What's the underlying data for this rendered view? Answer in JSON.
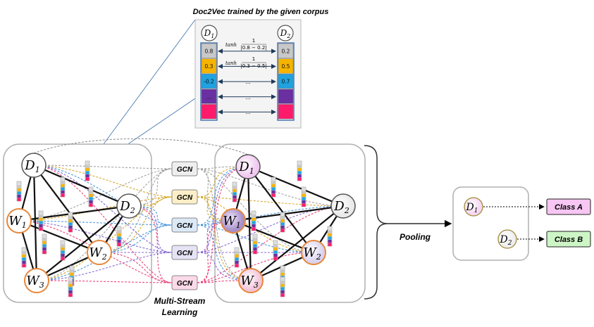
{
  "zoom": {
    "title": "Doc2Vec trained by the given corpus",
    "left_doc": "D",
    "left_doc_sub": "1",
    "right_doc": "D",
    "right_doc_sub": "2",
    "left_values": [
      "0.8",
      "0.3",
      "-0.2",
      "...",
      ""
    ],
    "right_values": [
      "0.2",
      "0.5",
      "0.7",
      "",
      ""
    ],
    "cell_colors": [
      "#c8c8c8",
      "#f5b400",
      "#1fa2e0",
      "#6a2fa0",
      "#ff1a6b"
    ],
    "formula1": {
      "fn": "tanh",
      "num": "1",
      "den": "|0.8 − 0.2|"
    },
    "formula2": {
      "fn": "tanh",
      "num": "1",
      "den": "|0.3 − 0.5|"
    },
    "ellipsis": [
      "...",
      "...",
      "..."
    ]
  },
  "left_graph": {
    "nodes": [
      {
        "id": "D1",
        "label": "D",
        "sub": "1"
      },
      {
        "id": "D2",
        "label": "D",
        "sub": "2"
      },
      {
        "id": "W1",
        "label": "W",
        "sub": "1"
      },
      {
        "id": "W2",
        "label": "W",
        "sub": "2"
      },
      {
        "id": "W3",
        "label": "W",
        "sub": "3"
      }
    ]
  },
  "right_graph": {
    "nodes": [
      {
        "id": "D1",
        "label": "D",
        "sub": "1"
      },
      {
        "id": "D2",
        "label": "D",
        "sub": "2"
      },
      {
        "id": "W1",
        "label": "W",
        "sub": "1"
      },
      {
        "id": "W2",
        "label": "W",
        "sub": "2"
      },
      {
        "id": "W3",
        "label": "W",
        "sub": "3"
      }
    ]
  },
  "gcn_blocks": [
    {
      "label": "GCN",
      "fill": "#eeeeee"
    },
    {
      "label": "GCN",
      "fill": "#fcefc8"
    },
    {
      "label": "GCN",
      "fill": "#dbe9f7"
    },
    {
      "label": "GCN",
      "fill": "#e6e3f5"
    },
    {
      "label": "GCN",
      "fill": "#fbd9e8"
    }
  ],
  "stream_colors": [
    "#999999",
    "#d4a017",
    "#3a8fd9",
    "#7b5bd1",
    "#e8336e"
  ],
  "multistream_label_line1": "Multi-Stream",
  "multistream_label_line2": "Learning",
  "pooling_label": "Pooling",
  "output": {
    "doc1": {
      "label": "D",
      "sub": "1"
    },
    "doc2": {
      "label": "D",
      "sub": "2"
    },
    "class_a": "Class A",
    "class_b": "Class B",
    "class_a_color": "#f7c6f3",
    "class_b_color": "#cdf5c6"
  }
}
